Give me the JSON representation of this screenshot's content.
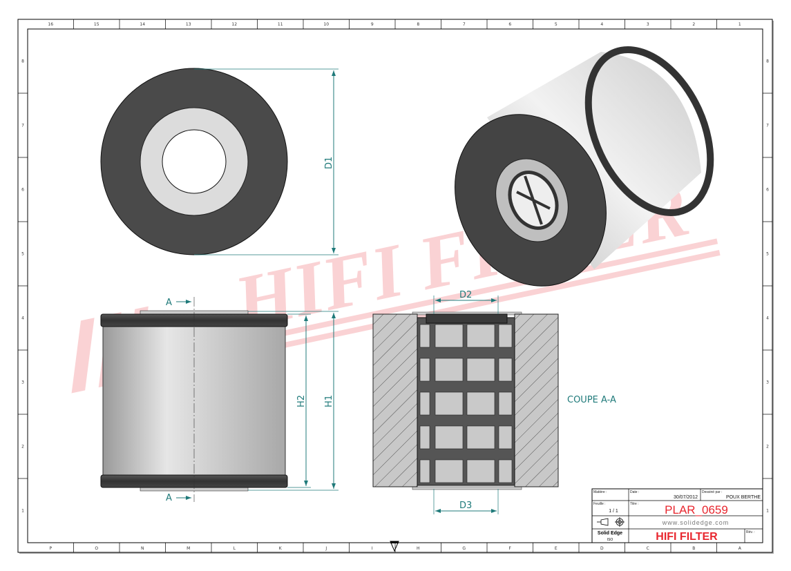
{
  "watermark": {
    "text": "HIFI FILTER",
    "registered": "®",
    "color": "#e8262e"
  },
  "border": {
    "columns_top": [
      "16",
      "15",
      "14",
      "13",
      "12",
      "11",
      "10",
      "9",
      "8",
      "7",
      "6",
      "5",
      "4",
      "3",
      "2",
      "1"
    ],
    "columns_bottom": [
      "P",
      "O",
      "N",
      "M",
      "L",
      "K",
      "J",
      "I",
      "H",
      "G",
      "F",
      "E",
      "D",
      "C",
      "B",
      "A"
    ],
    "rows": [
      "8",
      "7",
      "6",
      "5",
      "4",
      "3",
      "2",
      "1"
    ]
  },
  "dimensions": {
    "d1": "D1",
    "d2": "D2",
    "d3": "D3",
    "h1": "H1",
    "h2": "H2"
  },
  "section": {
    "marker": "A",
    "label": "COUPE A-A"
  },
  "title_block": {
    "material_label": "Matière :",
    "date_label": "Date :",
    "date": "30/07/2012",
    "drawn_by_label": "Dessiné par :",
    "drawn_by": "POUX BERTHE",
    "sheet_label": "Feuille :",
    "sheet": "1 / 1",
    "title_label": "Titre :",
    "title": "PLAR_0659",
    "website": "www.solidedge.com",
    "software": "Solid Edge",
    "units": "ISO",
    "company": "HIFI FILTER",
    "revision_label": "Rév. :"
  },
  "colors": {
    "dimension": "#1f7a7a",
    "title": "#e8262e",
    "dark_part": "#4a4a4a",
    "light_part": "#d8d8d8"
  }
}
